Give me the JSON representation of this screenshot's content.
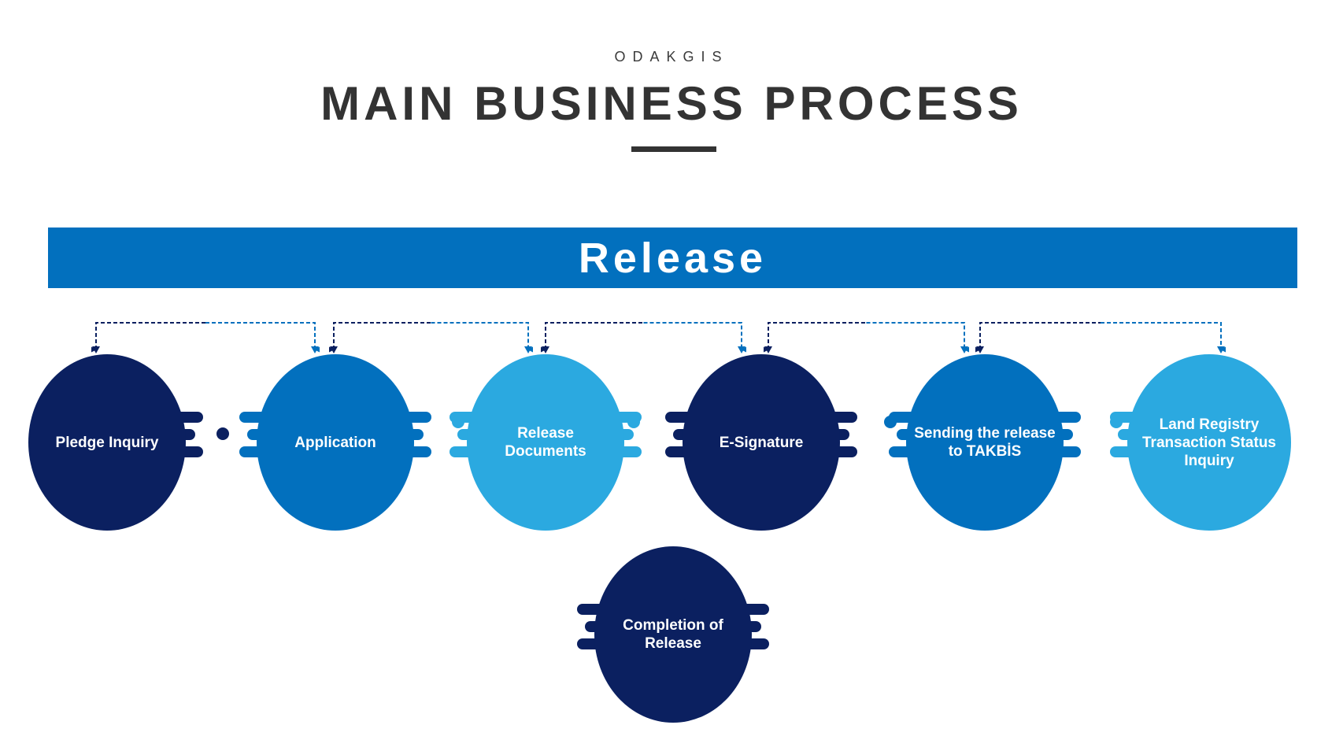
{
  "brand": "ODAKGIS",
  "title": "MAIN BUSINESS PROCESS",
  "banner": "Release",
  "colors": {
    "banner": "#0270be",
    "dark_navy": "#0b2060",
    "medium_blue": "#0270be",
    "light_blue": "#2ba9e0",
    "title_text": "#333333"
  },
  "steps": [
    {
      "label": "Pledge Inquiry",
      "color": "dark_navy"
    },
    {
      "label": "Application",
      "color": "medium_blue"
    },
    {
      "label": "Release\nDocuments",
      "color": "light_blue"
    },
    {
      "label": "E-Signature",
      "color": "dark_navy"
    },
    {
      "label": "Sending the release\nto TAKBİS",
      "color": "medium_blue"
    },
    {
      "label": "Land Registry\nTransaction Status\nInquiry",
      "color": "light_blue"
    },
    {
      "label": "Completion of\nRelease",
      "color": "dark_navy"
    }
  ]
}
